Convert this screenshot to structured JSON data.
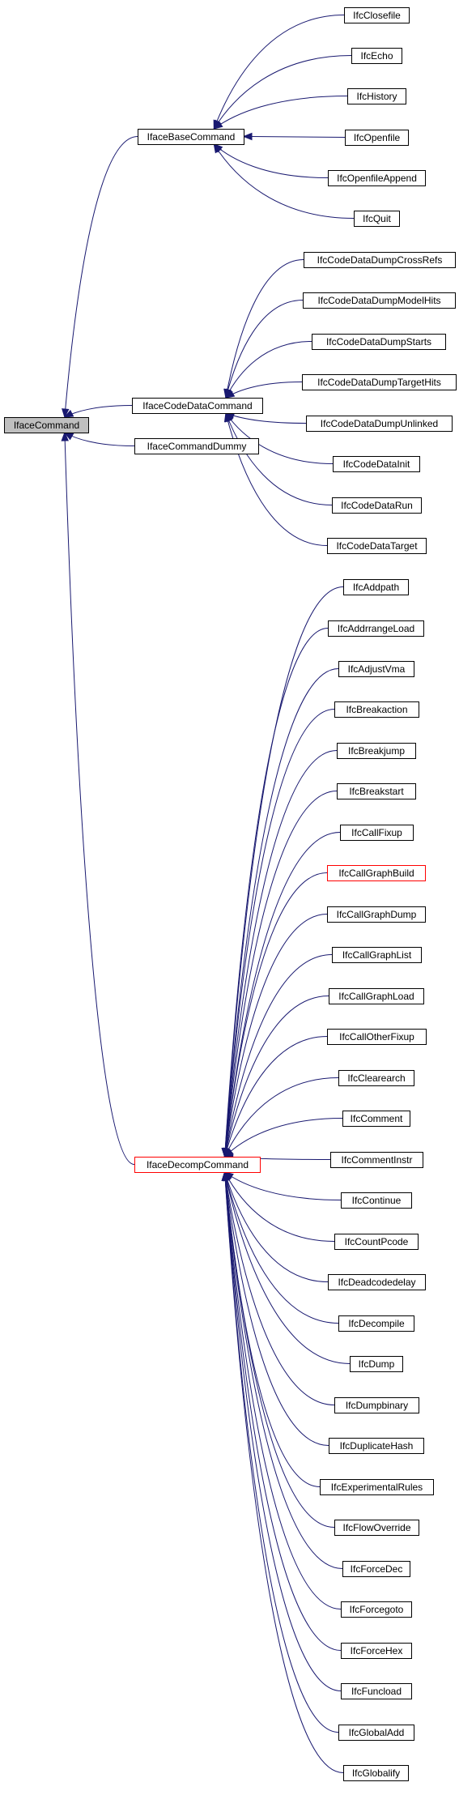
{
  "root": "IfaceCommand",
  "nodes": [
    {
      "id": "IfaceCommand",
      "label": "IfaceCommand",
      "style": "root"
    },
    {
      "id": "IfaceBaseCommand",
      "label": "IfaceBaseCommand"
    },
    {
      "id": "IfaceCodeDataCommand",
      "label": "IfaceCodeDataCommand"
    },
    {
      "id": "IfaceCommandDummy",
      "label": "IfaceCommandDummy"
    },
    {
      "id": "IfaceDecompCommand",
      "label": "IfaceDecompCommand",
      "style": "red"
    },
    {
      "id": "IfcClosefile",
      "label": "IfcClosefile"
    },
    {
      "id": "IfcEcho",
      "label": "IfcEcho"
    },
    {
      "id": "IfcHistory",
      "label": "IfcHistory"
    },
    {
      "id": "IfcOpenfile",
      "label": "IfcOpenfile"
    },
    {
      "id": "IfcOpenfileAppend",
      "label": "IfcOpenfileAppend"
    },
    {
      "id": "IfcQuit",
      "label": "IfcQuit"
    },
    {
      "id": "IfcCodeDataDumpCrossRefs",
      "label": "IfcCodeDataDumpCrossRefs"
    },
    {
      "id": "IfcCodeDataDumpModelHits",
      "label": "IfcCodeDataDumpModelHits"
    },
    {
      "id": "IfcCodeDataDumpStarts",
      "label": "IfcCodeDataDumpStarts"
    },
    {
      "id": "IfcCodeDataDumpTargetHits",
      "label": "IfcCodeDataDumpTargetHits"
    },
    {
      "id": "IfcCodeDataDumpUnlinked",
      "label": "IfcCodeDataDumpUnlinked"
    },
    {
      "id": "IfcCodeDataInit",
      "label": "IfcCodeDataInit"
    },
    {
      "id": "IfcCodeDataRun",
      "label": "IfcCodeDataRun"
    },
    {
      "id": "IfcCodeDataTarget",
      "label": "IfcCodeDataTarget"
    },
    {
      "id": "IfcAddpath",
      "label": "IfcAddpath"
    },
    {
      "id": "IfcAddrrangeLoad",
      "label": "IfcAddrrangeLoad"
    },
    {
      "id": "IfcAdjustVma",
      "label": "IfcAdjustVma"
    },
    {
      "id": "IfcBreakaction",
      "label": "IfcBreakaction"
    },
    {
      "id": "IfcBreakjump",
      "label": "IfcBreakjump"
    },
    {
      "id": "IfcBreakstart",
      "label": "IfcBreakstart"
    },
    {
      "id": "IfcCallFixup",
      "label": "IfcCallFixup"
    },
    {
      "id": "IfcCallGraphBuild",
      "label": "IfcCallGraphBuild",
      "style": "red"
    },
    {
      "id": "IfcCallGraphDump",
      "label": "IfcCallGraphDump"
    },
    {
      "id": "IfcCallGraphList",
      "label": "IfcCallGraphList"
    },
    {
      "id": "IfcCallGraphLoad",
      "label": "IfcCallGraphLoad"
    },
    {
      "id": "IfcCallOtherFixup",
      "label": "IfcCallOtherFixup"
    },
    {
      "id": "IfcClearearch",
      "label": "IfcClearearch"
    },
    {
      "id": "IfcComment",
      "label": "IfcComment"
    },
    {
      "id": "IfcCommentInstr",
      "label": "IfcCommentInstr"
    },
    {
      "id": "IfcContinue",
      "label": "IfcContinue"
    },
    {
      "id": "IfcCountPcode",
      "label": "IfcCountPcode"
    },
    {
      "id": "IfcDeadcodedelay",
      "label": "IfcDeadcodedelay"
    },
    {
      "id": "IfcDecompile",
      "label": "IfcDecompile"
    },
    {
      "id": "IfcDump",
      "label": "IfcDump"
    },
    {
      "id": "IfcDumpbinary",
      "label": "IfcDumpbinary"
    },
    {
      "id": "IfcDuplicateHash",
      "label": "IfcDuplicateHash"
    },
    {
      "id": "IfcExperimentalRules",
      "label": "IfcExperimentalRules"
    },
    {
      "id": "IfcFlowOverride",
      "label": "IfcFlowOverride"
    },
    {
      "id": "IfcForceDec",
      "label": "IfcForceDec"
    },
    {
      "id": "IfcForcegoto",
      "label": "IfcForcegoto"
    },
    {
      "id": "IfcForceHex",
      "label": "IfcForceHex"
    },
    {
      "id": "IfcFuncload",
      "label": "IfcFuncload"
    },
    {
      "id": "IfcGlobalAdd",
      "label": "IfcGlobalAdd"
    },
    {
      "id": "IfcGlobalify",
      "label": "IfcGlobalify"
    }
  ],
  "edges": [
    {
      "from": "IfaceBaseCommand",
      "to": "IfaceCommand"
    },
    {
      "from": "IfaceCodeDataCommand",
      "to": "IfaceCommand"
    },
    {
      "from": "IfaceCommandDummy",
      "to": "IfaceCommand"
    },
    {
      "from": "IfaceDecompCommand",
      "to": "IfaceCommand"
    },
    {
      "from": "IfcClosefile",
      "to": "IfaceBaseCommand"
    },
    {
      "from": "IfcEcho",
      "to": "IfaceBaseCommand"
    },
    {
      "from": "IfcHistory",
      "to": "IfaceBaseCommand"
    },
    {
      "from": "IfcOpenfile",
      "to": "IfaceBaseCommand"
    },
    {
      "from": "IfcOpenfileAppend",
      "to": "IfaceBaseCommand"
    },
    {
      "from": "IfcQuit",
      "to": "IfaceBaseCommand"
    },
    {
      "from": "IfcCodeDataDumpCrossRefs",
      "to": "IfaceCodeDataCommand"
    },
    {
      "from": "IfcCodeDataDumpModelHits",
      "to": "IfaceCodeDataCommand"
    },
    {
      "from": "IfcCodeDataDumpStarts",
      "to": "IfaceCodeDataCommand"
    },
    {
      "from": "IfcCodeDataDumpTargetHits",
      "to": "IfaceCodeDataCommand"
    },
    {
      "from": "IfcCodeDataDumpUnlinked",
      "to": "IfaceCodeDataCommand"
    },
    {
      "from": "IfcCodeDataInit",
      "to": "IfaceCodeDataCommand"
    },
    {
      "from": "IfcCodeDataRun",
      "to": "IfaceCodeDataCommand"
    },
    {
      "from": "IfcCodeDataTarget",
      "to": "IfaceCodeDataCommand"
    },
    {
      "from": "IfcAddpath",
      "to": "IfaceDecompCommand"
    },
    {
      "from": "IfcAddrrangeLoad",
      "to": "IfaceDecompCommand"
    },
    {
      "from": "IfcAdjustVma",
      "to": "IfaceDecompCommand"
    },
    {
      "from": "IfcBreakaction",
      "to": "IfaceDecompCommand"
    },
    {
      "from": "IfcBreakjump",
      "to": "IfaceDecompCommand"
    },
    {
      "from": "IfcBreakstart",
      "to": "IfaceDecompCommand"
    },
    {
      "from": "IfcCallFixup",
      "to": "IfaceDecompCommand"
    },
    {
      "from": "IfcCallGraphBuild",
      "to": "IfaceDecompCommand"
    },
    {
      "from": "IfcCallGraphDump",
      "to": "IfaceDecompCommand"
    },
    {
      "from": "IfcCallGraphList",
      "to": "IfaceDecompCommand"
    },
    {
      "from": "IfcCallGraphLoad",
      "to": "IfaceDecompCommand"
    },
    {
      "from": "IfcCallOtherFixup",
      "to": "IfaceDecompCommand"
    },
    {
      "from": "IfcClearearch",
      "to": "IfaceDecompCommand"
    },
    {
      "from": "IfcComment",
      "to": "IfaceDecompCommand"
    },
    {
      "from": "IfcCommentInstr",
      "to": "IfaceDecompCommand"
    },
    {
      "from": "IfcContinue",
      "to": "IfaceDecompCommand"
    },
    {
      "from": "IfcCountPcode",
      "to": "IfaceDecompCommand"
    },
    {
      "from": "IfcDeadcodedelay",
      "to": "IfaceDecompCommand"
    },
    {
      "from": "IfcDecompile",
      "to": "IfaceDecompCommand"
    },
    {
      "from": "IfcDump",
      "to": "IfaceDecompCommand"
    },
    {
      "from": "IfcDumpbinary",
      "to": "IfaceDecompCommand"
    },
    {
      "from": "IfcDuplicateHash",
      "to": "IfaceDecompCommand"
    },
    {
      "from": "IfcExperimentalRules",
      "to": "IfaceDecompCommand"
    },
    {
      "from": "IfcFlowOverride",
      "to": "IfaceDecompCommand"
    },
    {
      "from": "IfcForceDec",
      "to": "IfaceDecompCommand"
    },
    {
      "from": "IfcForcegoto",
      "to": "IfaceDecompCommand"
    },
    {
      "from": "IfcForceHex",
      "to": "IfaceDecompCommand"
    },
    {
      "from": "IfcFuncload",
      "to": "IfaceDecompCommand"
    },
    {
      "from": "IfcGlobalAdd",
      "to": "IfaceDecompCommand"
    },
    {
      "from": "IfcGlobalify",
      "to": "IfaceDecompCommand"
    }
  ],
  "colors": {
    "edge": "#191970",
    "root_fill": "#bfbfbf",
    "highlight_border": "#ff0000"
  }
}
